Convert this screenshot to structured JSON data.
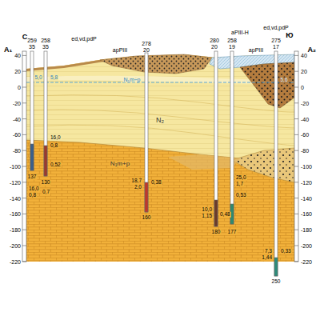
{
  "diagram": {
    "labels": [
      "A₁",
      "A₂",
      "С",
      "Ю",
      "259",
      "35",
      "258",
      "35",
      "ed,vd,pdP",
      "apPIII",
      "278",
      "20",
      "280",
      "20",
      "aPIII-H",
      "258",
      "19",
      "apPIII",
      "275",
      "17",
      "ed,vd,pdP",
      "40",
      "20",
      "0",
      "-20",
      "-40",
      "-60",
      "-80",
      "-100",
      "-120",
      "-140",
      "-160",
      "-180",
      "-200",
      "-220",
      "40",
      "20",
      "0",
      "-20",
      "-40",
      "-60",
      "-80",
      "-100",
      "-120",
      "-140",
      "-160",
      "-180",
      "-200",
      "-220",
      "5,0",
      "5,8",
      "5,6",
      "N₁m÷p",
      "N₂",
      "N₁m+p",
      "16,0",
      "0,8",
      "0,52",
      "137",
      "130",
      "16,0",
      "0,8",
      "0,7",
      "18,7",
      "2,0",
      "0,38",
      "160",
      "25,0",
      "1,7",
      "0,53",
      "10,0",
      "1,15",
      "0,48",
      "180",
      "177",
      "7,3",
      "1,44",
      "0,33",
      "250"
    ]
  }
}
